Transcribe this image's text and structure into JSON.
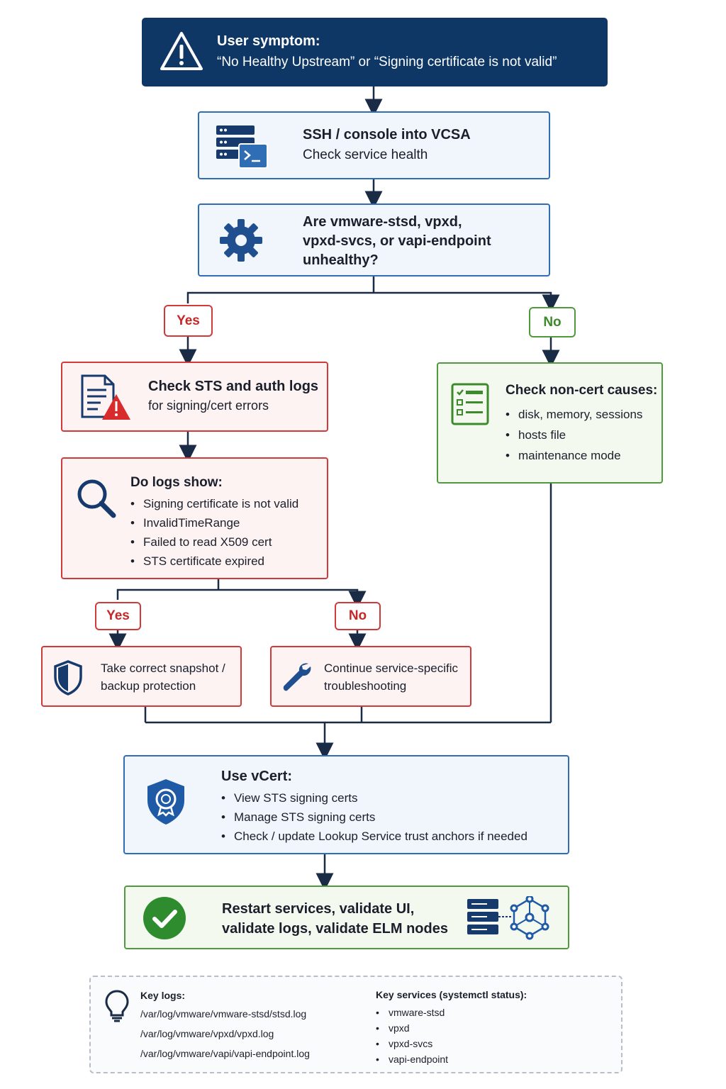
{
  "header": {
    "title": "User symptom:",
    "subtitle": "“No Healthy Upstream” or “Signing certificate is not valid”",
    "icon": "warning-icon"
  },
  "ssh_step": {
    "title": "SSH / console into VCSA",
    "subtitle": "Check service health",
    "icon": "server-terminal-icon"
  },
  "question_services": {
    "line1": "Are vmware-stsd, vpxd,",
    "line2": "vpxd-svcs, or vapi-endpoint",
    "line3": "unhealthy?",
    "icon": "gear-icon"
  },
  "branch1": {
    "yes": "Yes",
    "no": "No"
  },
  "check_logs": {
    "title": "Check STS and auth logs",
    "subtitle": "for signing/cert errors",
    "icon": "document-warning-icon"
  },
  "non_cert": {
    "title": "Check non-cert causes:",
    "items": [
      "disk, memory, sessions",
      "hosts file",
      "maintenance mode"
    ],
    "icon": "checklist-icon"
  },
  "logs_question": {
    "title": "Do logs show:",
    "items": [
      "Signing certificate is not valid",
      "InvalidTimeRange",
      "Failed to read X509 cert",
      "STS certificate expired"
    ],
    "icon": "magnifier-icon"
  },
  "branch2": {
    "yes": "Yes",
    "no": "No"
  },
  "snapshot": {
    "line1": "Take correct snapshot /",
    "line2": "backup protection",
    "icon": "shield-icon"
  },
  "continue": {
    "line1": "Continue service-specific",
    "line2": "troubleshooting",
    "icon": "wrench-icon"
  },
  "vcert": {
    "title": "Use vCert:",
    "items": [
      "View STS signing certs",
      "Manage STS signing certs",
      "Check / update Lookup Service trust anchors if needed"
    ],
    "icon": "certificate-shield-icon"
  },
  "restart": {
    "line1": "Restart services, validate UI,",
    "line2": "validate logs, validate ELM nodes",
    "icon": "checkmark-circle-icon",
    "icon2": "server-network-icon"
  },
  "key_logs": {
    "title": "Key logs:",
    "items": [
      "/var/log/vmware/vmware-stsd/stsd.log",
      "/var/log/vmware/vpxd/vpxd.log",
      "/var/log/vmware/vapi/vapi-endpoint.log"
    ],
    "icon": "lightbulb-icon"
  },
  "key_services": {
    "title": "Key services (systemctl status):",
    "items": [
      "vmware-stsd",
      "vpxd",
      "vpxd-svcs",
      "vapi-endpoint"
    ]
  },
  "colors": {
    "navy": "#0e3766",
    "blue": "#2f6db4",
    "red": "#d13a3a",
    "green": "#4f9a3c"
  }
}
